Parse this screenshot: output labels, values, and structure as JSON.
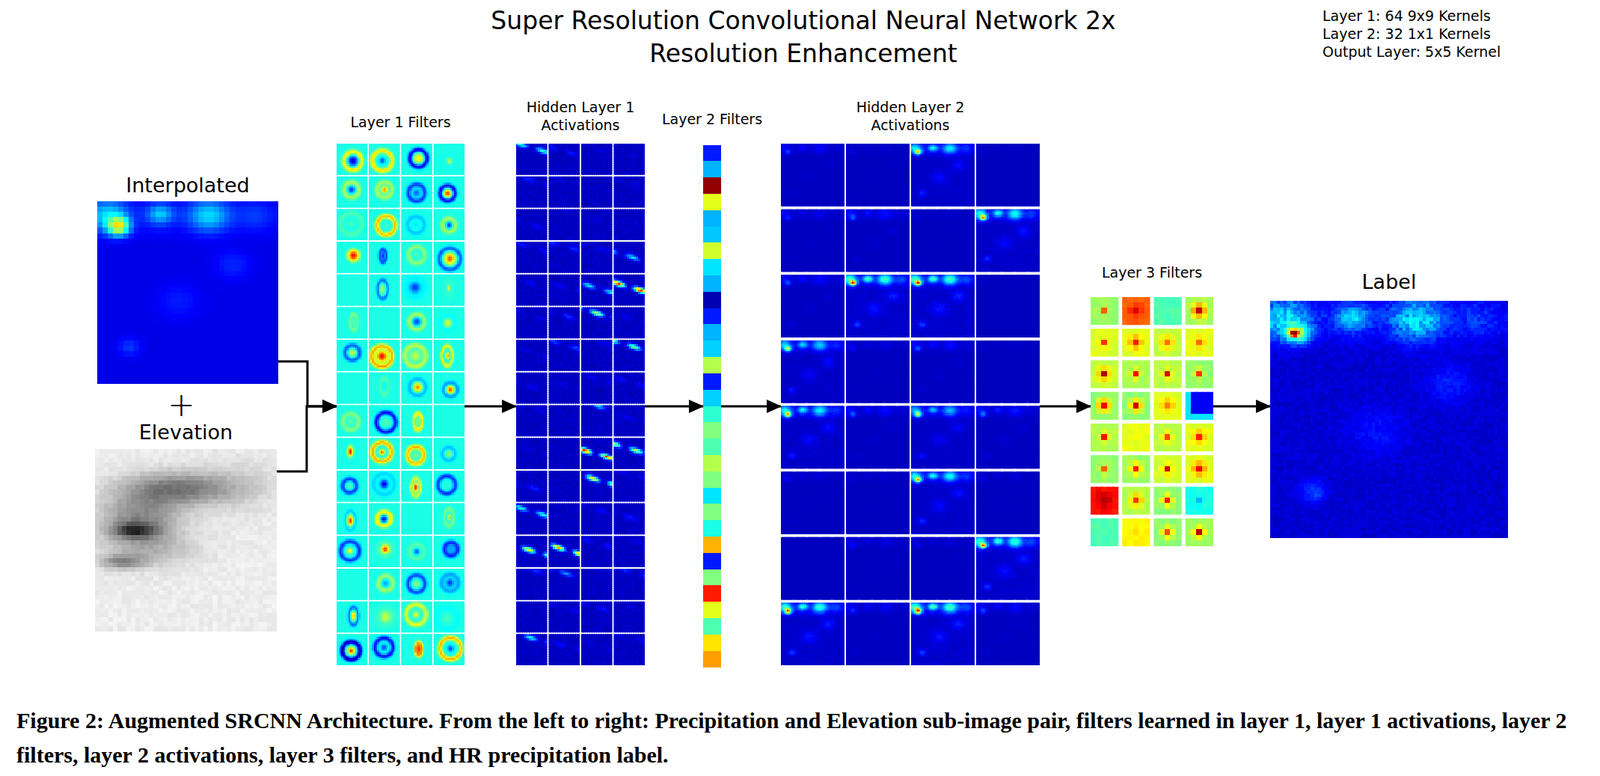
{
  "diagram": {
    "title": "Super Resolution Convolutional Neural Network 2x Resolution Enhancement",
    "caption": "Figure 2: Augmented SRCNN Architecture. From the left to right: Precipitation and Elevation sub-image pair, filters learned in layer 1, layer 1 activations, layer 2 filters, layer 2 activations, layer 3 filters, and HR precipitation label.",
    "nodes": [
      {
        "text": [
          "Interpolated"
        ]
      },
      {
        "text": [
          "Elevation"
        ]
      },
      {
        "text": [
          "Layer 1 Filters"
        ]
      },
      {
        "text": [
          "Hidden Layer 1 Activations"
        ]
      },
      {
        "text": [
          "Layer 2 Filters"
        ]
      },
      {
        "text": [
          "Hidden Layer 2 Activations"
        ]
      },
      {
        "text": [
          "Layer 3 Filters"
        ]
      },
      {
        "text": [
          "Label"
        ]
      }
    ],
    "edges": [
      {
        "from": 0,
        "to": 2,
        "arrow": "to"
      },
      {
        "from": 1,
        "to": 2,
        "arrow": "to"
      },
      {
        "from": 2,
        "to": 3,
        "arrow": "to"
      },
      {
        "from": 3,
        "to": 4,
        "arrow": "to"
      },
      {
        "from": 4,
        "to": 5,
        "arrow": "to"
      },
      {
        "from": 5,
        "to": 6,
        "arrow": "to"
      },
      {
        "from": 6,
        "to": 7,
        "arrow": "to"
      }
    ],
    "labels": [
      "Layer 1: 64 9x9 Kernels",
      "Layer 2: 32 1x1 Kernels",
      "Output Layer: 5x5 Kernel",
      "+"
    ]
  }
}
